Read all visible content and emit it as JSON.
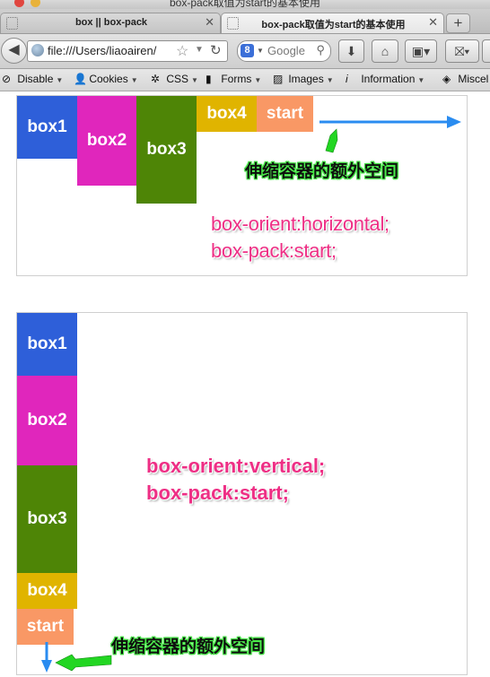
{
  "window": {
    "title": "box-pack取值为start的基本使用"
  },
  "tabs": [
    {
      "label": "box || box-pack",
      "active": false
    },
    {
      "label": "box-pack取值为start的基本使用",
      "active": true
    }
  ],
  "newtab": {
    "label": "+"
  },
  "nav": {
    "back_icon": "back-arrow-icon",
    "url": "file:///Users/liaoairen/",
    "search_engine": "Google",
    "search_placeholder": "Google"
  },
  "bookmarks": [
    {
      "label": "Disable",
      "icon": "no-entry-icon"
    },
    {
      "label": "Cookies",
      "icon": "person-icon"
    },
    {
      "label": "CSS",
      "icon": "magic-wand-icon"
    },
    {
      "label": "Forms",
      "icon": "clipboard-icon"
    },
    {
      "label": "Images",
      "icon": "image-icon"
    },
    {
      "label": "Information",
      "icon": "info-icon"
    },
    {
      "label": "Miscel",
      "icon": "cube-icon"
    }
  ],
  "demo1": {
    "boxes": [
      "box1",
      "box2",
      "box3",
      "box4",
      "start"
    ],
    "callout": "伸缩容器的额外空间",
    "code_line1": "box-orient:horizontal;",
    "code_line2": "box-pack:start;"
  },
  "demo2": {
    "boxes": [
      "box1",
      "box2",
      "box3",
      "box4",
      "start"
    ],
    "callout": "伸缩容器的额外空间",
    "code_line1": "box-orient:vertical;",
    "code_line2": "box-pack:start;"
  },
  "colors": {
    "box_blue": "#2e5fd9",
    "box_magenta": "#e026bc",
    "box_green": "#4e8506",
    "box_yellow": "#e0b400",
    "box_orange": "#f99865",
    "code_pink": "#ee2f85",
    "arrow_blue": "#2a8cf0",
    "arrow_green": "#22d622"
  }
}
